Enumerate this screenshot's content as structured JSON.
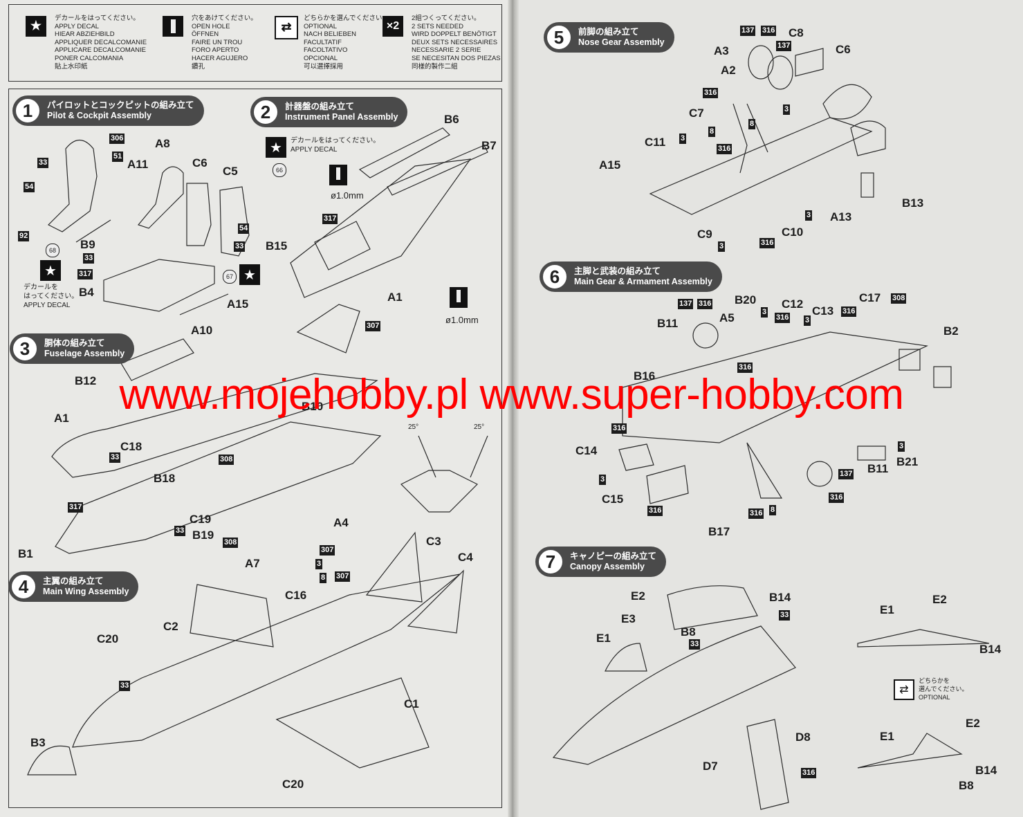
{
  "legend": [
    {
      "icon": "star-icon",
      "symbol": "★",
      "lines": [
        "デカールをはってください。",
        "APPLY DECAL",
        "HIEAR ABZIEHBILD",
        "APPLIQUER DECALCOMANIE",
        "APPLICARE DECALCOMANIE",
        "PONER CALCOMANIA",
        "貼上水印紙"
      ]
    },
    {
      "icon": "drill-hole-icon",
      "symbol": "",
      "lines": [
        "穴をあけてください。",
        "OPEN HOLE",
        "ÖFFNEN",
        "FAIRE UN TROU",
        "FORO APERTO",
        "HACER AGUJERO",
        "鑽孔"
      ]
    },
    {
      "icon": "optional-arrows-icon",
      "symbol": "⇄",
      "lines": [
        "どちらかを選んでください。",
        "OPTIONAL",
        "NACH BELIEBEN",
        "FACULTATIF",
        "FACOLTATIVO",
        "OPCIONAL",
        "可以選擇採用"
      ]
    },
    {
      "icon": "two-sets-icon",
      "symbol": "×2",
      "lines": [
        "2組つくってください。",
        "2 SETS NEEDED",
        "WIRD DOPPELT BENÖTIGT",
        "DEUX SETS NECESSAIRES",
        "NECESSARIE 2 SERIE",
        "SE NECESITAN DOS PIEZAS",
        "同樣的製作二組"
      ]
    }
  ],
  "steps": [
    {
      "num": "1",
      "jp": "パイロットとコックピットの組み立て",
      "en": "Pilot & Cockpit Assembly"
    },
    {
      "num": "2",
      "jp": "計器盤の組み立て",
      "en": "Instrument Panel Assembly"
    },
    {
      "num": "3",
      "jp": "胴体の組み立て",
      "en": "Fuselage Assembly"
    },
    {
      "num": "4",
      "jp": "主翼の組み立て",
      "en": "Main Wing Assembly"
    },
    {
      "num": "5",
      "jp": "前脚の組み立て",
      "en": "Nose Gear Assembly"
    },
    {
      "num": "6",
      "jp": "主脚と武装の組み立て",
      "en": "Main Gear & Armament Assembly"
    },
    {
      "num": "7",
      "jp": "キャノピーの組み立て",
      "en": "Canopy Assembly"
    }
  ],
  "notes": {
    "apply_decal_jp": "デカールをはってください。",
    "apply_decal_en": "APPLY DECAL",
    "decal_jp_1": "デカールを",
    "decal_jp_2": "はってください。",
    "optional_jp_1": "どちらかを",
    "optional_jp_2": "選んでください。",
    "optional_en": "OPTIONAL",
    "hole_size": "ø1.0mm",
    "angle": "25°"
  },
  "parts": [
    "A8",
    "A11",
    "C6",
    "C5",
    "B9",
    "B4",
    "B6",
    "B7",
    "B15",
    "A1",
    "A15",
    "A10",
    "B12",
    "B10",
    "C18",
    "B18",
    "C19",
    "B19",
    "A4",
    "B1",
    "A7",
    "C16",
    "C3",
    "C4",
    "C2",
    "C20",
    "B3",
    "C1",
    "C8",
    "A3",
    "A2",
    "C7",
    "C11",
    "A15",
    "A13",
    "B13",
    "C9",
    "C10",
    "B20",
    "C12",
    "C13",
    "C17",
    "B11",
    "A5",
    "B2",
    "B16",
    "C14",
    "C15",
    "B21",
    "B17",
    "E2",
    "E3",
    "E1",
    "B8",
    "B14",
    "D8",
    "D7"
  ],
  "decals": [
    "306",
    "51",
    "33",
    "54",
    "92",
    "317",
    "54",
    "33",
    "33",
    "317",
    "307",
    "308",
    "317",
    "33",
    "308",
    "307",
    "3",
    "8",
    "307",
    "33",
    "137",
    "316",
    "137",
    "316",
    "8",
    "3",
    "8",
    "3",
    "316",
    "3",
    "3",
    "316",
    "137",
    "316",
    "308",
    "3",
    "316",
    "3",
    "316",
    "316",
    "3",
    "316",
    "3",
    "3",
    "137",
    "316",
    "316",
    "8",
    "33",
    "33",
    "316"
  ],
  "circles": [
    "68",
    "66",
    "67"
  ],
  "watermark": "www.mojehobby.pl www.super-hobby.com"
}
